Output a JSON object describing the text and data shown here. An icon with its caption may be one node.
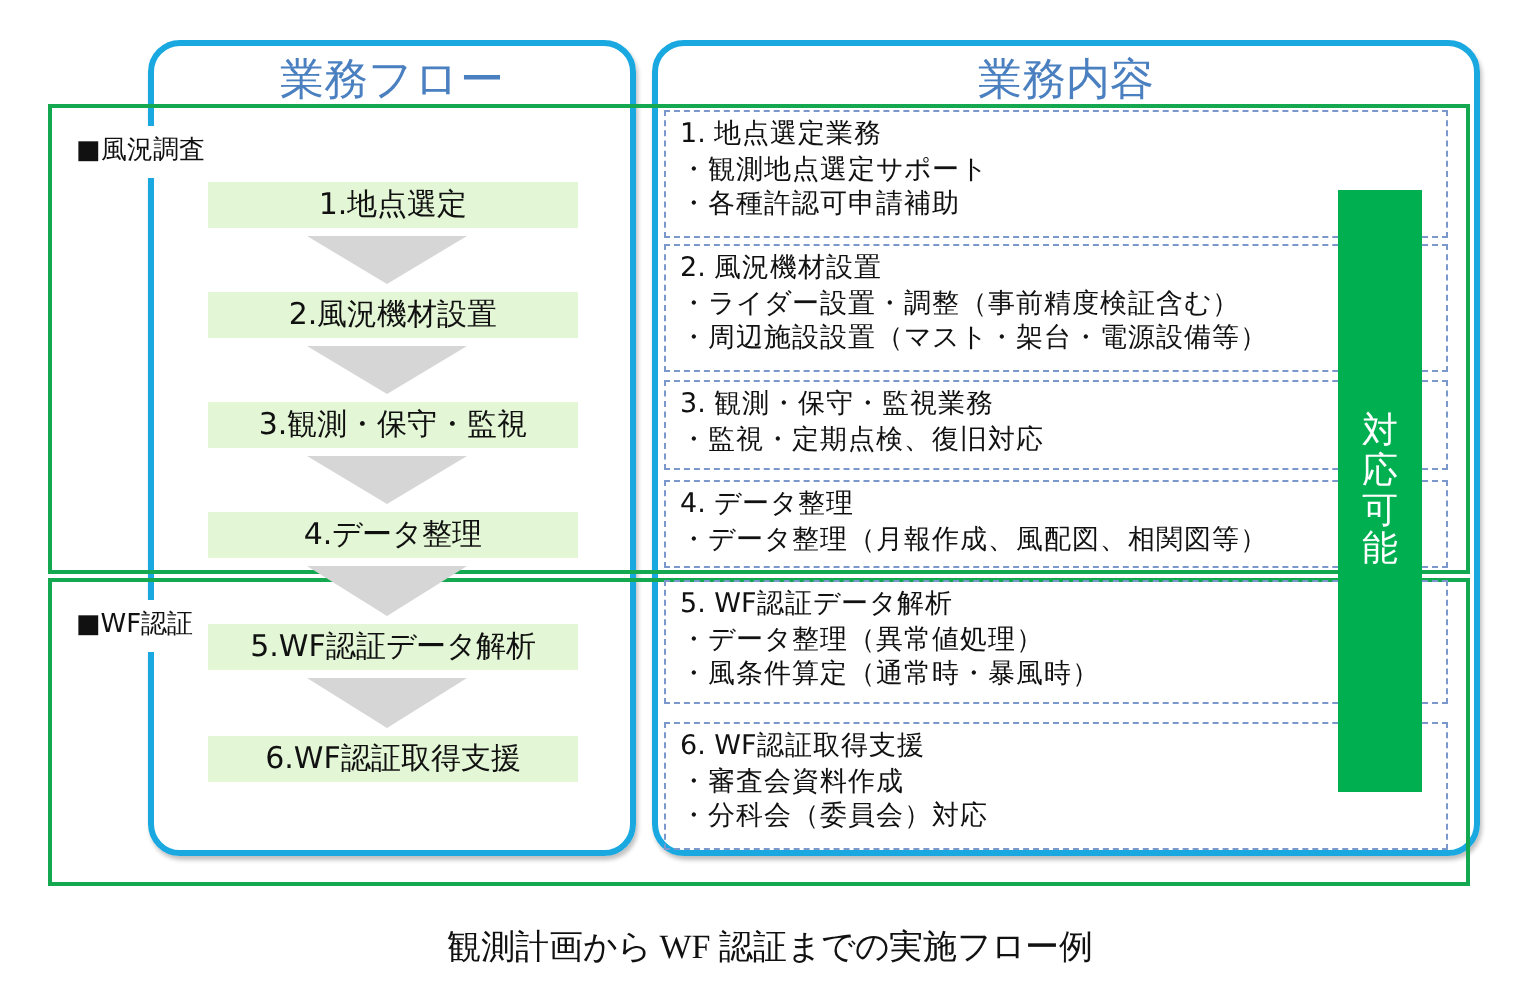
{
  "diagram": {
    "caption": "観測計画から WF 認証までの実施フロー例",
    "nodes": [
      {
        "text": [
          "業務フロー"
        ]
      },
      {
        "text": [
          "業務内容"
        ]
      },
      {
        "text": [
          "■風況調査"
        ]
      },
      {
        "text": [
          "■WF認証"
        ]
      },
      {
        "text": [
          "1.地点選定"
        ]
      },
      {
        "text": [
          "2.風況機材設置"
        ]
      },
      {
        "text": [
          "3.観測・保守・監視"
        ]
      },
      {
        "text": [
          "4.データ整理"
        ]
      },
      {
        "text": [
          "5.WF認証データ解析"
        ]
      },
      {
        "text": [
          "6.WF認証取得支援"
        ]
      },
      {
        "text": [
          "1. 地点選定業務",
          "・観測地点選定サポート",
          "・各種許認可申請補助"
        ]
      },
      {
        "text": [
          "2. 風況機材設置",
          "・ライダー設置・調整（事前精度検証含む）",
          "・周辺施設設置（マスト・架台・電源設備等）"
        ]
      },
      {
        "text": [
          "3. 観測・保守・監視業務",
          "・監視・定期点検、復旧対応"
        ]
      },
      {
        "text": [
          "4. データ整理",
          "・データ整理（月報作成、風配図、相関図等）"
        ]
      },
      {
        "text": [
          "5. WF認証データ解析",
          "・データ整理（異常値処理）",
          "・風条件算定（通常時・暴風時）"
        ]
      },
      {
        "text": [
          "6. WF認証取得支援",
          "・審査会資料作成",
          "・分科会（委員会）対応"
        ]
      },
      {
        "text": [
          "対応可能"
        ],
        "in": 1
      }
    ],
    "edges": [
      {
        "from": 4,
        "to": 5,
        "arrow": "to"
      },
      {
        "from": 5,
        "to": 6,
        "arrow": "to"
      },
      {
        "from": 6,
        "to": 7,
        "arrow": "to"
      },
      {
        "from": 7,
        "to": 8,
        "arrow": "to"
      },
      {
        "from": 8,
        "to": 9,
        "arrow": "to"
      }
    ]
  }
}
